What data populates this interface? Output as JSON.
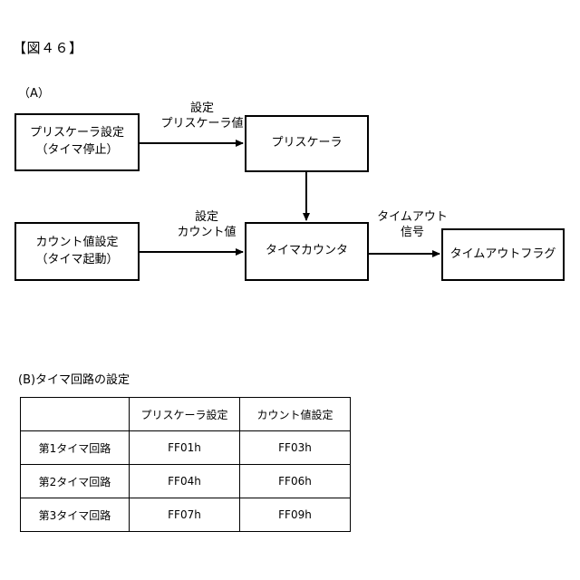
{
  "figure": {
    "title": "【図４６】"
  },
  "sections": {
    "a_label": "（A）",
    "b_label": "(B)タイマ回路の設定"
  },
  "diagram": {
    "nodes": {
      "prescaler_setting": {
        "line1": "プリスケーラ設定",
        "line2": "（タイマ停止）"
      },
      "prescaler": {
        "line1": "プリスケーラ"
      },
      "count_setting": {
        "line1": "カウント値設定",
        "line2": "（タイマ起動）"
      },
      "timer_counter": {
        "line1": "タイマカウンタ"
      },
      "timeout_flag": {
        "line1": "タイムアウトフラグ"
      }
    },
    "arrow_labels": {
      "set_prescaler_value": {
        "line1": "設定",
        "line2": "プリスケーラ値"
      },
      "set_count_value": {
        "line1": "設定",
        "line2": "カウント値"
      },
      "timeout_signal": {
        "line1": "タイムアウト",
        "line2": "信号"
      }
    },
    "line_color": "#000000"
  },
  "table": {
    "headers": [
      "",
      "プリスケーラ設定",
      "カウント値設定"
    ],
    "rows": [
      {
        "label": "第1タイマ回路",
        "prescaler": "FF01h",
        "count": "FF03h"
      },
      {
        "label": "第2タイマ回路",
        "prescaler": "FF04h",
        "count": "FF06h"
      },
      {
        "label": "第3タイマ回路",
        "prescaler": "FF07h",
        "count": "FF09h"
      }
    ]
  }
}
